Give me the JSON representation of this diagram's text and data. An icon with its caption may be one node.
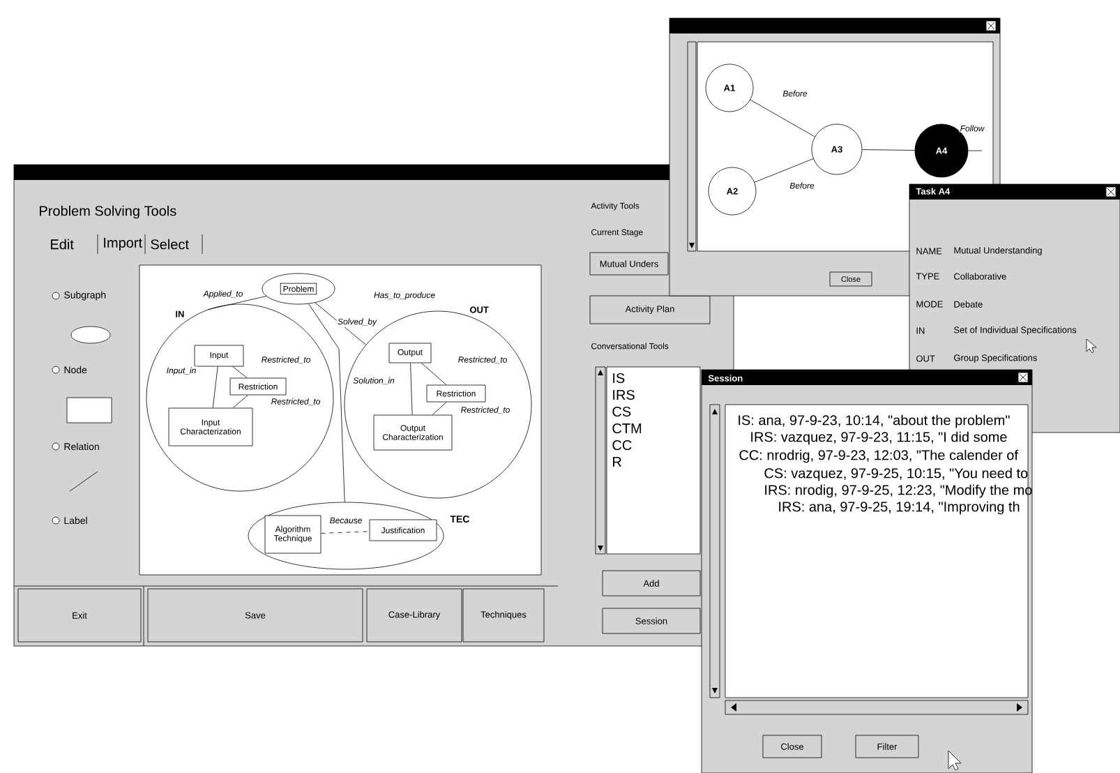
{
  "diagram": {
    "nodes": [
      {
        "text": [
          "Problem"
        ]
      },
      {
        "text": [
          "IN"
        ]
      },
      {
        "text": [
          "Input"
        ],
        "in": 1
      },
      {
        "text": [
          "Restriction"
        ],
        "in": 1
      },
      {
        "text": [
          "Input Characterization"
        ],
        "in": 1
      },
      {
        "text": [
          "OUT"
        ]
      },
      {
        "text": [
          "Output"
        ],
        "in": 5
      },
      {
        "text": [
          "Restriction"
        ],
        "in": 5
      },
      {
        "text": [
          "Output Characterization"
        ],
        "in": 5
      },
      {
        "text": [
          "TEC"
        ]
      },
      {
        "text": [
          "Algorithm Technique"
        ],
        "in": 9
      },
      {
        "text": [
          "Justification"
        ],
        "in": 9
      },
      {
        "text": [
          "A1"
        ]
      },
      {
        "text": [
          "A2"
        ]
      },
      {
        "text": [
          "A3"
        ]
      },
      {
        "text": [
          "A4"
        ]
      }
    ],
    "edges": [
      {
        "from": 0,
        "to": 1,
        "arrow": "none",
        "label": "Applied_to"
      },
      {
        "from": 0,
        "to": 5,
        "arrow": "none",
        "label": "Has_to_produce"
      },
      {
        "from": 0,
        "to": 9,
        "arrow": "none",
        "label": "Solved_by"
      },
      {
        "from": 2,
        "to": 3,
        "arrow": "none",
        "label": "Restricted_to"
      },
      {
        "from": 3,
        "to": 4,
        "arrow": "none",
        "label": "Restricted_to"
      },
      {
        "from": 2,
        "to": 4,
        "arrow": "none",
        "label": "Input_in"
      },
      {
        "from": 6,
        "to": 7,
        "arrow": "none",
        "label": "Restricted_to"
      },
      {
        "from": 7,
        "to": 8,
        "arrow": "none",
        "label": "Restricted_to"
      },
      {
        "from": 6,
        "to": 8,
        "arrow": "none",
        "label": "Solution_in"
      },
      {
        "from": 10,
        "to": 11,
        "arrow": "none",
        "label": "Because",
        "style": "dashed"
      },
      {
        "from": 12,
        "to": 14,
        "arrow": "none",
        "label": "Before"
      },
      {
        "from": 13,
        "to": 14,
        "arrow": "none",
        "label": "Before"
      },
      {
        "from": 14,
        "to": 15,
        "arrow": "none"
      },
      {
        "from": 15,
        "to": null,
        "arrow": "none",
        "label": "Follow"
      }
    ],
    "labels": [
      "Problem Solving Tools",
      "Edit",
      "Import",
      "Select",
      "Subgraph",
      "Node",
      "Relation",
      "Label",
      "Exit",
      "Save",
      "Case-Library",
      "Techniques",
      "Activity Tools",
      "Current Stage",
      "Mutual Unders",
      "Activity Plan",
      "Conversational Tools",
      "IS",
      "IRS",
      "CS",
      "CTM",
      "CC",
      "R",
      "Add",
      "Session",
      "Close",
      "Task A4",
      "NAME",
      "Mutual Understanding",
      "TYPE",
      "Collaborative",
      "MODE",
      "Debate",
      "IN",
      "Set of Individual Specifications",
      "OUT",
      "Group Specifications",
      "Session",
      "IS: ana, 97-9-23, 10:14, \"about the problem\"",
      "IRS: vazquez, 97-9-23, 11:15, \"I did some",
      "CC: nrodrig, 97-9-23, 12:03, \"The calender of",
      "CS: vazquez, 97-9-25, 10:15, \"You need to",
      "IRS: nrodig, 97-9-25, 12:23, \"Modify the mo",
      "IRS: ana, 97-9-25, 19:14, \"Improving th",
      "Close",
      "Filter"
    ]
  }
}
